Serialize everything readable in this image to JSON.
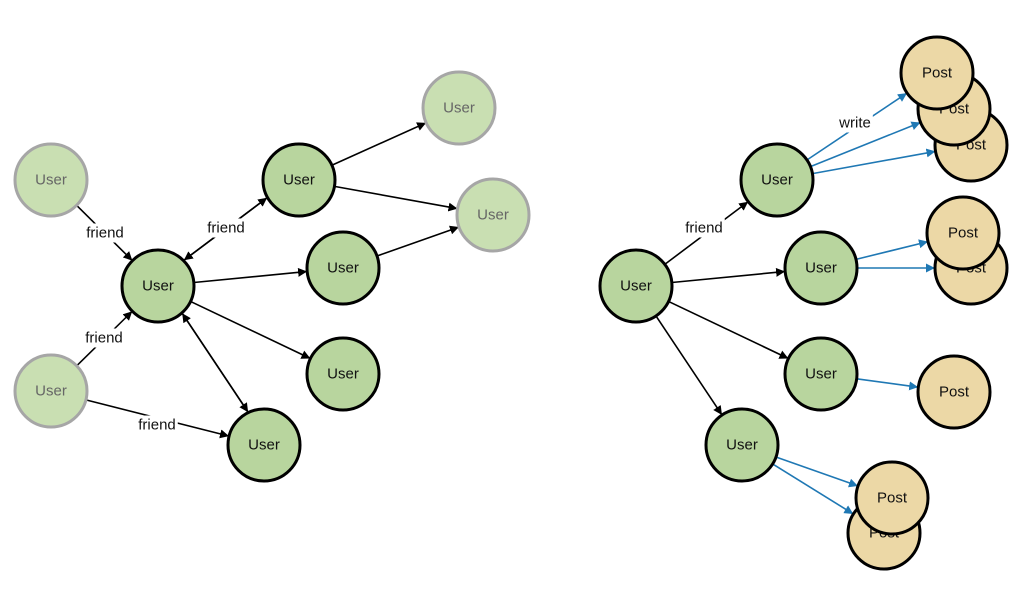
{
  "colors": {
    "user_fill": "#b8d59e",
    "user_stroke": "#000000",
    "faded_user_fill": "#c9dfb2",
    "faded_user_stroke": "#a6a6a6",
    "faded_text": "#666666",
    "post_fill": "#ecd8a6",
    "post_stroke": "#000000",
    "friend_edge": "#000000",
    "write_edge": "#1f78b4"
  },
  "diagram": {
    "nodes": [
      {
        "id": "l_src_top",
        "label": "User",
        "kind": "user-faded"
      },
      {
        "id": "l_src_bottom",
        "label": "User",
        "kind": "user-faded"
      },
      {
        "id": "l_center",
        "label": "User",
        "kind": "user"
      },
      {
        "id": "l_top",
        "label": "User",
        "kind": "user"
      },
      {
        "id": "l_mid",
        "label": "User",
        "kind": "user"
      },
      {
        "id": "l_low",
        "label": "User",
        "kind": "user"
      },
      {
        "id": "l_bottom",
        "label": "User",
        "kind": "user"
      },
      {
        "id": "l_far_top",
        "label": "User",
        "kind": "user-faded"
      },
      {
        "id": "l_far_mid",
        "label": "User",
        "kind": "user-faded"
      },
      {
        "id": "r_center",
        "label": "User",
        "kind": "user"
      },
      {
        "id": "r_top",
        "label": "User",
        "kind": "user"
      },
      {
        "id": "r_mid",
        "label": "User",
        "kind": "user"
      },
      {
        "id": "r_low",
        "label": "User",
        "kind": "user"
      },
      {
        "id": "r_bottom",
        "label": "User",
        "kind": "user"
      },
      {
        "id": "p_a3",
        "label": "Post",
        "kind": "post"
      },
      {
        "id": "p_a2",
        "label": "Post",
        "kind": "post"
      },
      {
        "id": "p_a1",
        "label": "Post",
        "kind": "post"
      },
      {
        "id": "p_b2",
        "label": "Post",
        "kind": "post"
      },
      {
        "id": "p_b1",
        "label": "Post",
        "kind": "post"
      },
      {
        "id": "p_c1",
        "label": "Post",
        "kind": "post"
      },
      {
        "id": "p_d2",
        "label": "Post",
        "kind": "post"
      },
      {
        "id": "p_d1",
        "label": "Post",
        "kind": "post"
      }
    ],
    "edges": [
      {
        "from": "l_src_top",
        "to": "l_center",
        "type": "friend",
        "label": "friend"
      },
      {
        "from": "l_src_bottom",
        "to": "l_center",
        "type": "friend",
        "label": "friend"
      },
      {
        "from": "l_src_bottom",
        "to": "l_bottom",
        "type": "friend",
        "label": "friend"
      },
      {
        "from": "l_center",
        "to": "l_top",
        "type": "friend",
        "label": "friend",
        "pair": -1
      },
      {
        "from": "l_top",
        "to": "l_center",
        "type": "friend",
        "label": "",
        "pair": -1
      },
      {
        "from": "l_center",
        "to": "l_mid",
        "type": "friend",
        "label": ""
      },
      {
        "from": "l_center",
        "to": "l_low",
        "type": "friend",
        "label": ""
      },
      {
        "from": "l_center",
        "to": "l_bottom",
        "type": "friend",
        "label": "",
        "pair": 1
      },
      {
        "from": "l_bottom",
        "to": "l_center",
        "type": "friend",
        "label": "",
        "pair": 1
      },
      {
        "from": "l_top",
        "to": "l_far_top",
        "type": "friend",
        "label": ""
      },
      {
        "from": "l_top",
        "to": "l_far_mid",
        "type": "friend",
        "label": ""
      },
      {
        "from": "l_mid",
        "to": "l_far_mid",
        "type": "friend",
        "label": ""
      },
      {
        "from": "r_center",
        "to": "r_top",
        "type": "friend",
        "label": "friend"
      },
      {
        "from": "r_center",
        "to": "r_mid",
        "type": "friend",
        "label": ""
      },
      {
        "from": "r_center",
        "to": "r_low",
        "type": "friend",
        "label": ""
      },
      {
        "from": "r_center",
        "to": "r_bottom",
        "type": "friend",
        "label": ""
      },
      {
        "from": "r_top",
        "to": "p_a1",
        "type": "write",
        "label": "write"
      },
      {
        "from": "r_top",
        "to": "p_a2",
        "type": "write",
        "label": ""
      },
      {
        "from": "r_top",
        "to": "p_a3",
        "type": "write",
        "label": ""
      },
      {
        "from": "r_mid",
        "to": "p_b1",
        "type": "write",
        "label": ""
      },
      {
        "from": "r_mid",
        "to": "p_b2",
        "type": "write",
        "label": ""
      },
      {
        "from": "r_low",
        "to": "p_c1",
        "type": "write",
        "label": ""
      },
      {
        "from": "r_bottom",
        "to": "p_d1",
        "type": "write",
        "label": ""
      },
      {
        "from": "r_bottom",
        "to": "p_d2",
        "type": "write",
        "label": ""
      }
    ]
  }
}
